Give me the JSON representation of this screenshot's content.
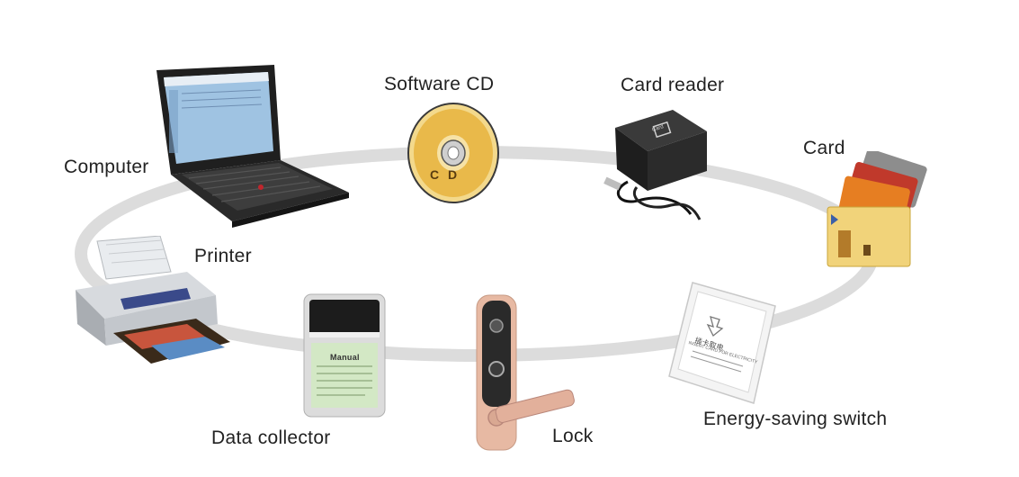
{
  "labels": {
    "computer": "Computer",
    "software_cd": "Software CD",
    "card_reader": "Card reader",
    "card": "Card",
    "printer": "Printer",
    "data_collector": "Data collector",
    "lock": "Lock",
    "energy_saving_switch": "Energy-saving switch"
  },
  "device_text": {
    "cd_label": "C D",
    "manual_label": "Manual",
    "reader_brand": "Card",
    "switch_chinese": "插卡取电",
    "switch_line": "INSERT CARD FOR ELECTRICITY"
  },
  "colors": {
    "ring": "#d9d9d9",
    "cd_gold": "#e9b94a",
    "reader_body": "#2b2b2b",
    "lock_rose_gold": "#e7b9a3"
  }
}
